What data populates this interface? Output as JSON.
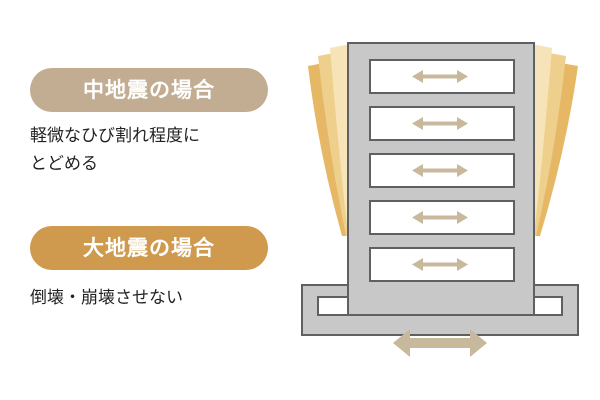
{
  "mid_earthquake": {
    "title": "中地震の場合",
    "description_line1": "軽微なひび割れ程度に",
    "description_line2": "とどめる"
  },
  "large_earthquake": {
    "title": "大地震の場合",
    "description": "倒壊・崩壊させない"
  },
  "colors": {
    "mid_pill": "#c2ad92",
    "large_pill": "#cf9a4d",
    "building_fill": "#c8c8c9",
    "building_stroke": "#5f6062",
    "arrow": "#c9b99c",
    "sway_fan": [
      "#f6e3b8",
      "#efcf8c",
      "#e6b866"
    ]
  },
  "illustration": {
    "floor_count": 5,
    "icons": [
      "floor-sway-arrow",
      "ground-shake-arrow",
      "sway-fan"
    ]
  }
}
